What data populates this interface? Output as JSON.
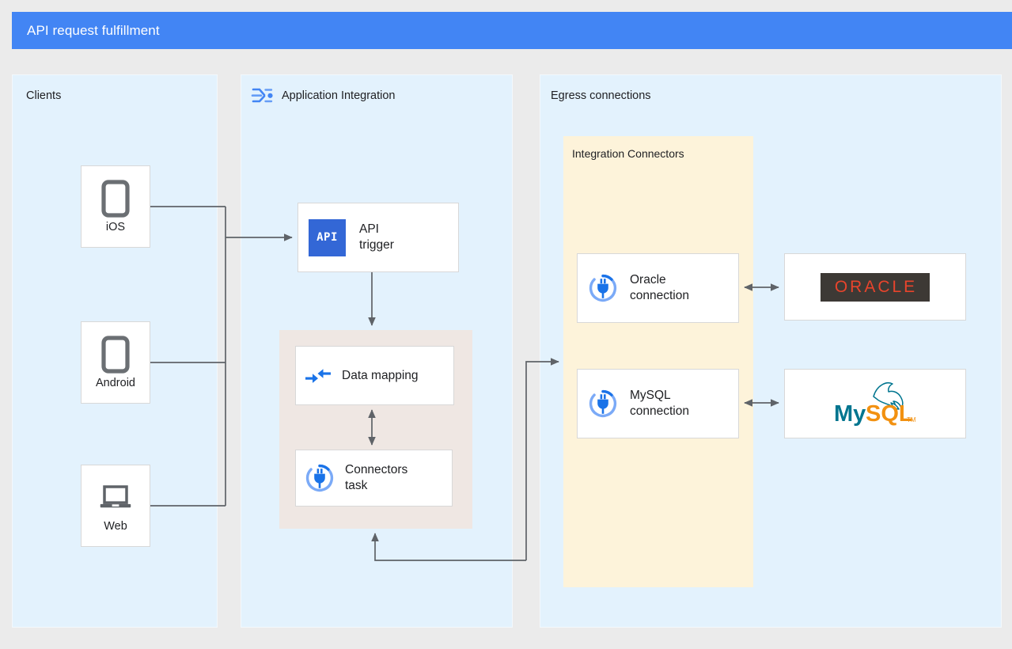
{
  "header": {
    "title": "API request fulfillment",
    "background": "#4285f4",
    "text_color": "#ffffff"
  },
  "panels": [
    {
      "key": "clients",
      "label": "Clients",
      "background": "#e3f2fd"
    },
    {
      "key": "application_integration",
      "label": "Application Integration",
      "background": "#e3f2fd",
      "icon": "application-integration-icon"
    },
    {
      "key": "egress",
      "label": "Egress connections",
      "background": "#e3f2fd"
    }
  ],
  "regions": [
    {
      "key": "integration_connectors",
      "label": "Integration Connectors",
      "background": "#fdf3da"
    },
    {
      "key": "task_group",
      "label": "",
      "background": "#efe7e3"
    }
  ],
  "clients": [
    {
      "label": "iOS",
      "icon": "mobile-phone-icon"
    },
    {
      "label": "Android",
      "icon": "mobile-phone-icon"
    },
    {
      "label": "Web",
      "icon": "laptop-icon"
    }
  ],
  "integration_nodes": [
    {
      "key": "api_trigger",
      "label": "API\ntrigger",
      "icon": "api-badge-icon",
      "badge_text": "API",
      "badge_color": "#3367d6"
    },
    {
      "key": "data_mapping",
      "label": "Data mapping",
      "icon": "data-mapping-icon"
    },
    {
      "key": "connectors_task",
      "label": "Connectors\ntask",
      "icon": "connector-plug-icon"
    }
  ],
  "connections": [
    {
      "key": "oracle_connection",
      "label": "Oracle\nconnection",
      "icon": "connector-plug-icon"
    },
    {
      "key": "mysql_connection",
      "label": "MySQL\nconnection",
      "icon": "connector-plug-icon"
    }
  ],
  "backends": [
    {
      "key": "oracle",
      "label": "ORACLE",
      "logo": "oracle-logo",
      "text_color": "#e8442c",
      "background": "#3d3935"
    },
    {
      "key": "mysql",
      "label_primary": "My",
      "label_secondary": "SQL",
      "label_tm": "TM",
      "logo": "mysql-logo",
      "primary_color": "#00758f",
      "secondary_color": "#f29111"
    }
  ],
  "colors": {
    "canvas": "#ebebeb",
    "panel": "#e3f2fd",
    "connectors_region": "#fdf3da",
    "task_region": "#efe7e3",
    "node": "#ffffff",
    "wire": "#5f6368",
    "accent_blue": "#1a73e8",
    "device_gray": "#5f6368"
  }
}
